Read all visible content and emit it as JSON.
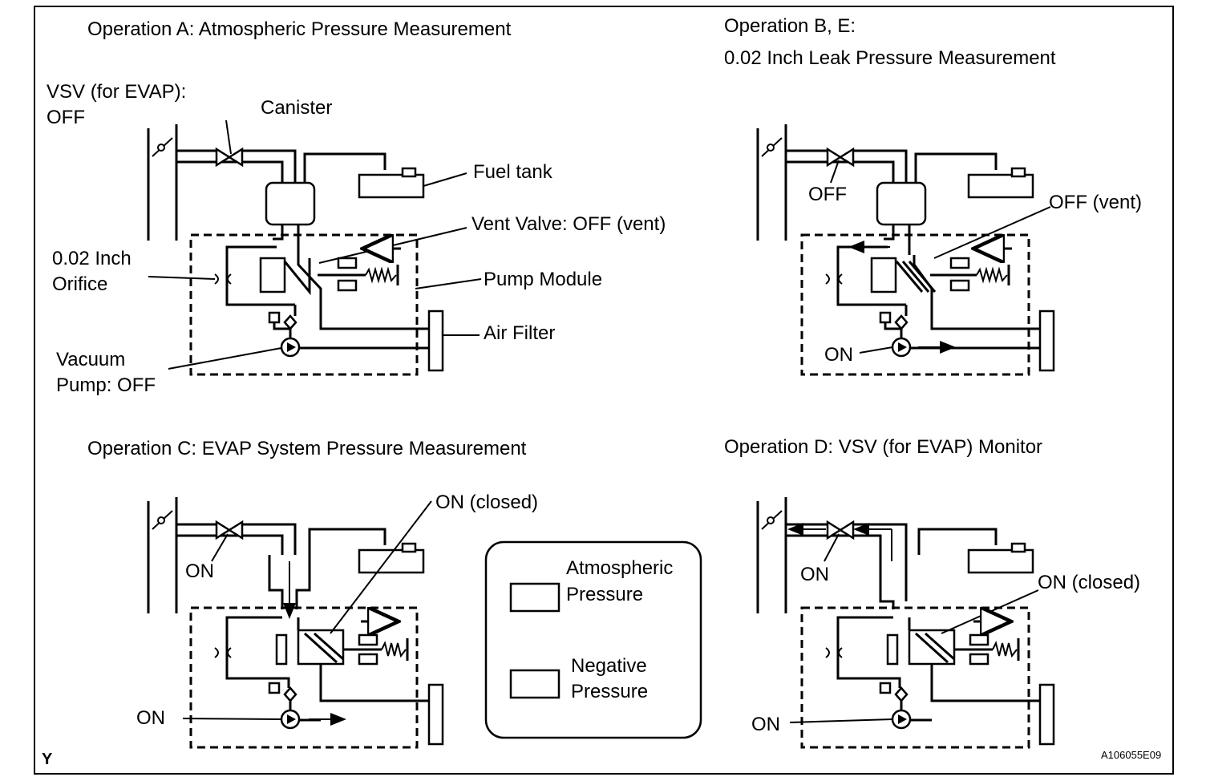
{
  "panel_a": {
    "title": "Operation A: Atmospheric Pressure Measurement",
    "vsv_line1": "VSV (for EVAP):",
    "vsv_line2": "OFF",
    "canister": "Canister",
    "fuel_tank": "Fuel tank",
    "vent_valve": "Vent Valve: OFF (vent)",
    "orifice_line1": "0.02 Inch",
    "orifice_line2": "Orifice",
    "pump_module": "Pump Module",
    "air_filter": "Air Filter",
    "vacuum_line1": "Vacuum",
    "vacuum_line2": "Pump: OFF"
  },
  "panel_b": {
    "title_line1": "Operation B, E:",
    "title_line2": "0.02 Inch Leak Pressure Measurement",
    "vsv_state": "OFF",
    "vent_state": "OFF (vent)",
    "pump_state": "ON"
  },
  "panel_c": {
    "title": "Operation C: EVAP System Pressure Measurement",
    "vsv_state": "ON",
    "vent_state": "ON (closed)",
    "pump_state": "ON"
  },
  "panel_d": {
    "title": "Operation D: VSV (for EVAP) Monitor",
    "vsv_state": "ON",
    "vent_state": "ON (closed)",
    "pump_state": "ON"
  },
  "legend": {
    "atm_line1": "Atmospheric",
    "atm_line2": "Pressure",
    "neg_line1": "Negative",
    "neg_line2": "Pressure"
  },
  "footer": {
    "corner_mark": "Y",
    "figure_code": "A106055E09"
  }
}
